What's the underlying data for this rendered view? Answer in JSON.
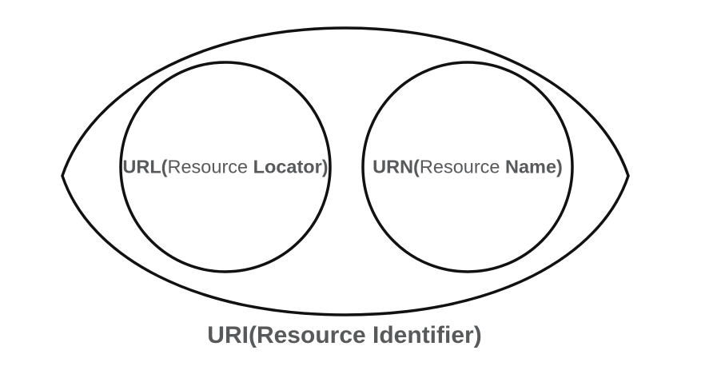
{
  "page": {
    "background_color": "#ffffff"
  },
  "colors": {
    "shape_stroke": "#111111",
    "label_text": "#58595b"
  },
  "diagram": {
    "type": "venn-set-diagram",
    "outer_set": {
      "label": "URI(Resource Identifier)"
    },
    "left_set": {
      "bold_prefix": "URL(",
      "regular_middle": "Resource ",
      "bold_suffix": "Locator)"
    },
    "right_set": {
      "bold_prefix": "URN(",
      "regular_middle": "Resource ",
      "bold_suffix": "Name)"
    }
  }
}
